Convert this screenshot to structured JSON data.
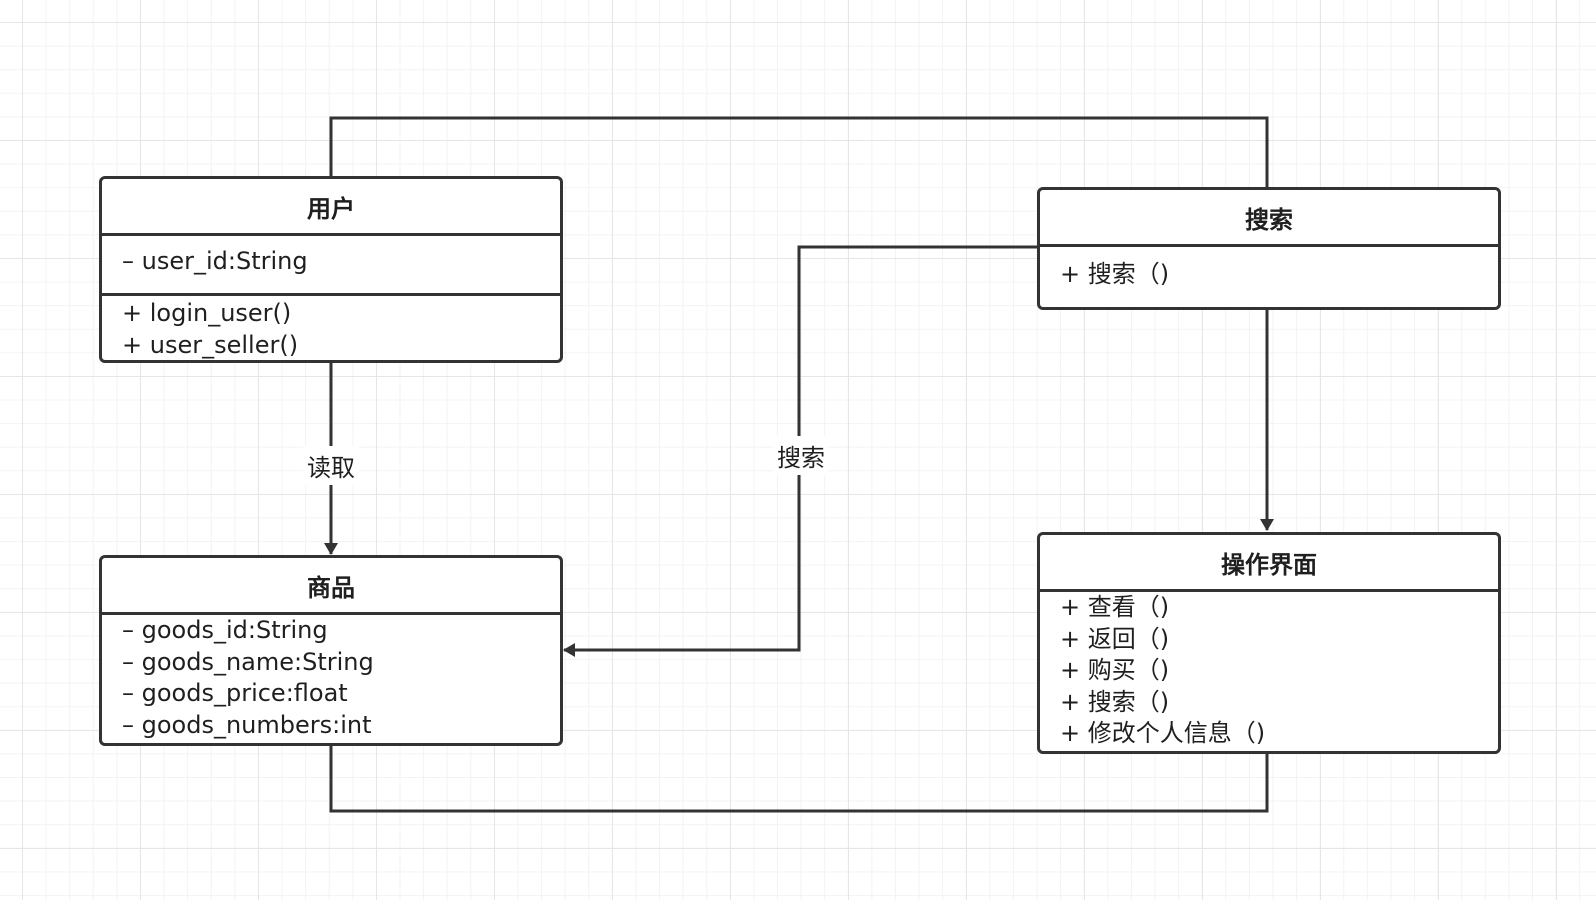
{
  "classes": {
    "user": {
      "name": "用户",
      "attributes": [
        "– user_id:String"
      ],
      "methods": [
        "+ login_user()",
        "+ user_seller()"
      ]
    },
    "goods": {
      "name": "商品",
      "attributes": [
        "– goods_id:String",
        "– goods_name:String",
        "– goods_price:float",
        "– goods_numbers:int"
      ]
    },
    "search": {
      "name": "搜索",
      "methods": [
        "+ 搜索（)"
      ]
    },
    "ui": {
      "name": "操作界面",
      "methods": [
        "+ 查看（)",
        "+ 返回（)",
        "+ 购买（)",
        "+ 搜索（)",
        "+ 修改个人信息（)"
      ]
    }
  },
  "edges": {
    "user_goods": "读取",
    "search_goods": "搜索"
  },
  "colors": {
    "stroke": "#333333",
    "grid": "#e6e6e6",
    "background": "#ffffff"
  }
}
